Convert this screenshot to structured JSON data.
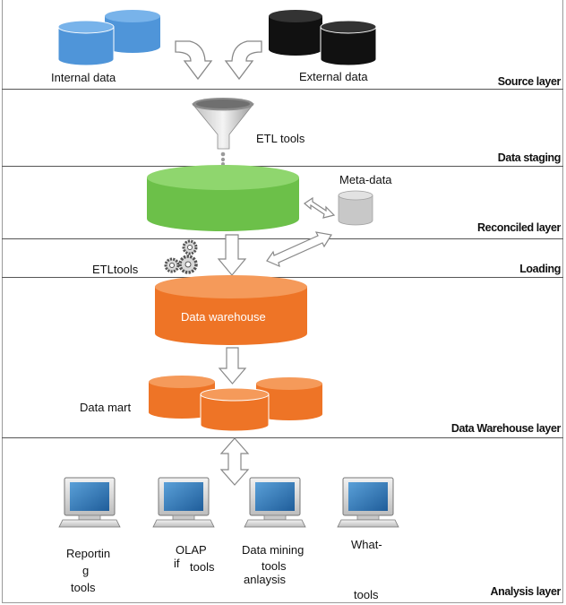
{
  "layers": {
    "source": "Source layer",
    "staging": "Data staging",
    "reconciled": "Reconciled layer",
    "loading": "Loading",
    "warehouse": "Data Warehouse layer",
    "analysis": "Analysis layer"
  },
  "source": {
    "internal_label": "Internal data",
    "external_label": "External data"
  },
  "staging": {
    "etl_label": "ETL tools"
  },
  "reconciled": {
    "meta_label": "Meta-data"
  },
  "loading": {
    "etl_label": "ETLtools"
  },
  "warehouse": {
    "dw_label": "Data warehouse",
    "mart_label": "Data mart"
  },
  "analysis": {
    "tools": [
      {
        "line1": "Reportin",
        "line2": "g",
        "line3": "tools"
      },
      {
        "line1": "OLAP",
        "line2a": "if",
        "line2b": "tools"
      },
      {
        "line1": "Data mining",
        "line2": "tools",
        "line3": "anlaysis"
      },
      {
        "line1": "What-",
        "line2": "tools"
      }
    ]
  },
  "colors": {
    "blue_db": "#4f95d9",
    "black_db": "#111111",
    "green_db": "#6cc049",
    "orange_db": "#ee7426",
    "gray_db": "#c8c8c8"
  }
}
